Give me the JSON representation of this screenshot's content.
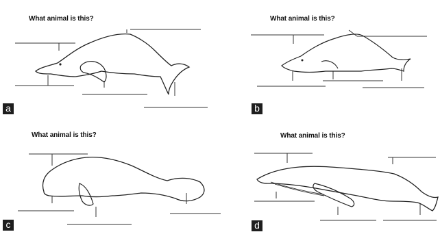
{
  "panels": [
    {
      "id": "a",
      "question": "What animal is this?",
      "tag": "a",
      "subject": "river dolphin"
    },
    {
      "id": "b",
      "question": "What animal is this?",
      "tag": "b",
      "subject": "dolphin"
    },
    {
      "id": "c",
      "question": "What animal is this?",
      "tag": "c",
      "subject": "manatee"
    },
    {
      "id": "d",
      "question": "What animal is this?",
      "tag": "d",
      "subject": "humpback whale"
    }
  ],
  "colors": {
    "outline": "#222222",
    "line": "#333333",
    "tag_bg": "#1e1e1e",
    "tag_text": "#ffffff"
  }
}
